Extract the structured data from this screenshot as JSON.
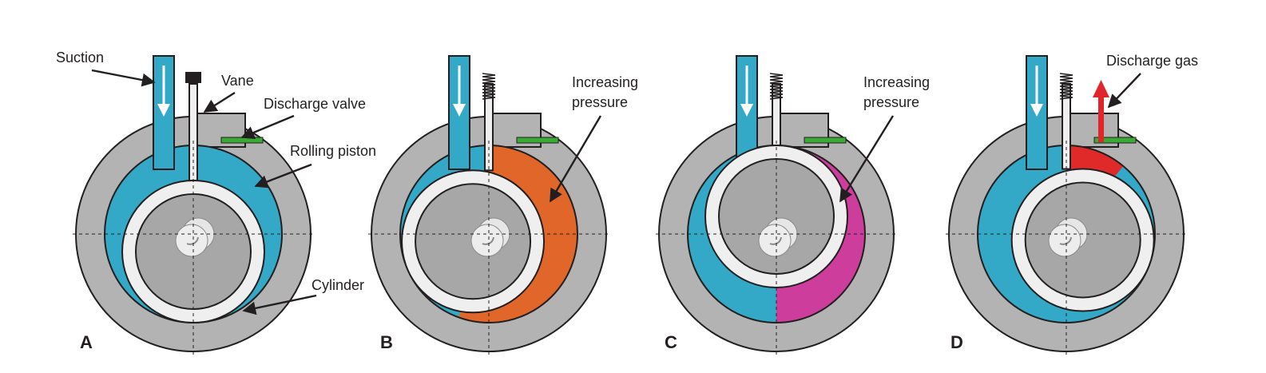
{
  "labels": {
    "suction": "Suction",
    "vane": "Vane",
    "discharge_valve": "Discharge valve",
    "rolling_piston": "Rolling piston",
    "cylinder": "Cylinder",
    "increasing_pressure_b": [
      "Increasing",
      "pressure"
    ],
    "increasing_pressure_c": [
      "Increasing",
      "pressure"
    ],
    "discharge_gas": "Discharge gas"
  },
  "panels": [
    {
      "letter": "A",
      "chamber_color": "#33a9c7",
      "piston_angle_deg": 90
    },
    {
      "letter": "B",
      "chamber_color": "#e0662a",
      "piston_angle_deg": 155
    },
    {
      "letter": "C",
      "chamber_color": "#cd3d9c",
      "piston_angle_deg": 270
    },
    {
      "letter": "D",
      "chamber_color": "#e02a2a",
      "piston_angle_deg": 20
    }
  ],
  "colors": {
    "casing": "#b3b3b3",
    "piston_ring": "#efefef",
    "shaft": "#a7a7a7",
    "suction": "#33a9c7",
    "valve": "#3aaa35",
    "discharge_arrow": "#e0262a",
    "outline": "#231f20"
  }
}
